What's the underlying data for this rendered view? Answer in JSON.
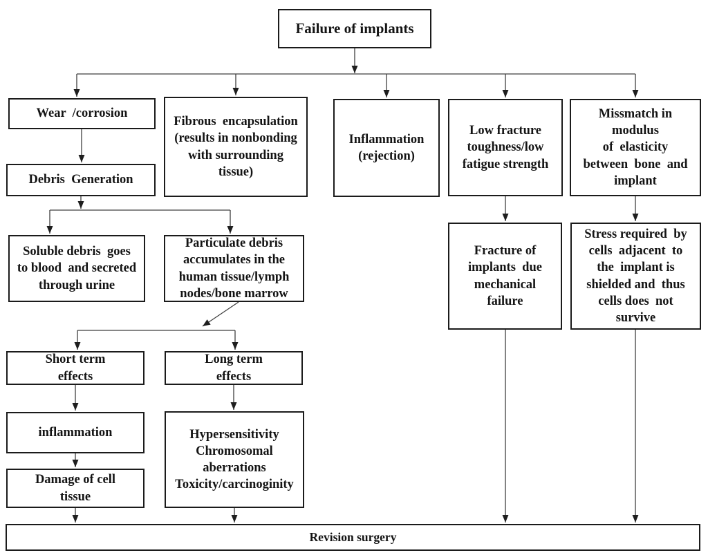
{
  "figure": {
    "kind": "flowchart",
    "background_color": "#ffffff",
    "box_border_color": "#1b1b1b",
    "connector_color": "#3f3f3f",
    "text_color": "#141414"
  },
  "nodes": {
    "failure": {
      "label": "Failure of implants"
    },
    "wear": {
      "label": "Wear  /corrosion"
    },
    "fibrous": {
      "label": "Fibrous  encapsulation\n(results in nonbonding\nwith surrounding\ntissue)"
    },
    "rejection": {
      "label": "Inflammation\n(rejection)"
    },
    "low_fracture": {
      "label": "Low fracture\ntoughness/low\nfatigue strength"
    },
    "mismatch": {
      "label": "Missmatch in\nmodulus\nof  elasticity\nbetween  bone  and\nimplant"
    },
    "debris": {
      "label": "Debris  Generation"
    },
    "soluble": {
      "label": "Soluble debris  goes\nto blood  and secreted\nthrough urine"
    },
    "particulate": {
      "label": "Particulate debris\naccumulates in the\nhuman tissue/lymph\nnodes/bone marrow"
    },
    "fracture": {
      "label": "Fracture of\nimplants  due\nmechanical\nfailure"
    },
    "stress_shielding": {
      "label": "Stress required  by\ncells  adjacent  to\nthe  implant is\nshielded and  thus\ncells does  not\nsurvive"
    },
    "short_term": {
      "label": "Short term\neffects"
    },
    "long_term": {
      "label": "Long term\neffects"
    },
    "inflammation": {
      "label": "inflammation"
    },
    "long_term_outcomes": {
      "label": "Hypersensitivity\nChromosomal\naberrations\nToxicity/carcinoginity"
    },
    "cell_damage": {
      "label": "Damage of cell\ntissue"
    },
    "revision": {
      "label": "Revision surgery"
    }
  }
}
